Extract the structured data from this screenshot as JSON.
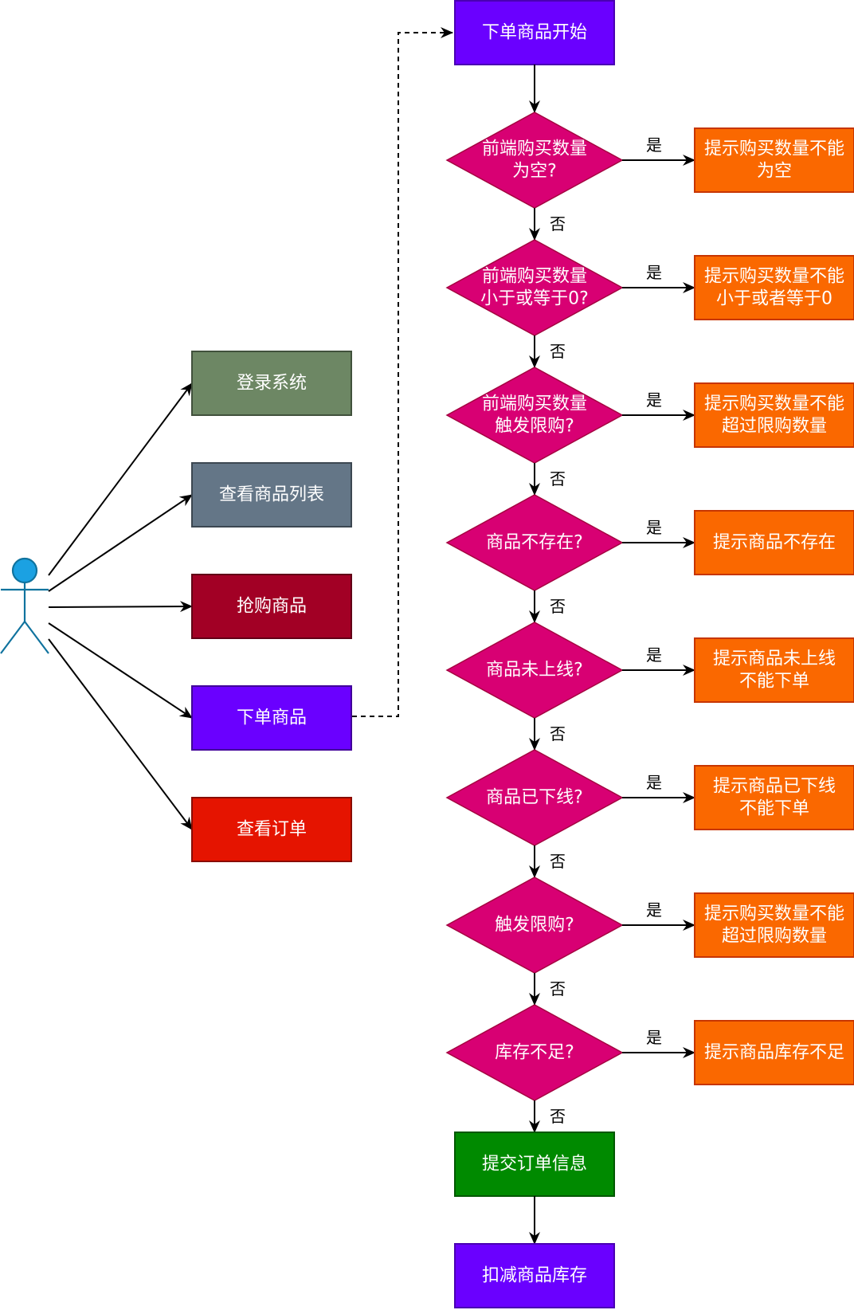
{
  "diagram": {
    "title": "下单商品流程",
    "actor": {
      "name": "user",
      "label": ""
    },
    "colors": {
      "login": "#6d8764",
      "browse": "#647687",
      "flash": "#a20025",
      "order": "#6a00ff",
      "view_order": "#e51400",
      "decision": "#d80073",
      "alert": "#fa6800",
      "submit": "#008a00",
      "deduct": "#6a00ff",
      "actor": "#1ba1e2"
    },
    "use_cases": [
      {
        "id": "uc-login",
        "label": "登录系统",
        "color_key": "login"
      },
      {
        "id": "uc-browse",
        "label": "查看商品列表",
        "color_key": "browse"
      },
      {
        "id": "uc-flash",
        "label": "抢购商品",
        "color_key": "flash"
      },
      {
        "id": "uc-order",
        "label": "下单商品",
        "color_key": "order"
      },
      {
        "id": "uc-view-order",
        "label": "查看订单",
        "color_key": "view_order"
      }
    ],
    "start": {
      "label": "下单商品开始"
    },
    "decisions": [
      {
        "lines": [
          "前端购买数量",
          "为空?"
        ],
        "yes_label": "是",
        "no_label": "否",
        "alert_lines": [
          "提示购买数量不能",
          "为空"
        ]
      },
      {
        "lines": [
          "前端购买数量",
          "小于或等于0?"
        ],
        "yes_label": "是",
        "no_label": "否",
        "alert_lines": [
          "提示购买数量不能",
          "小于或者等于0"
        ]
      },
      {
        "lines": [
          "前端购买数量",
          "触发限购?"
        ],
        "yes_label": "是",
        "no_label": "否",
        "alert_lines": [
          "提示购买数量不能",
          "超过限购数量"
        ]
      },
      {
        "lines": [
          "商品不存在?"
        ],
        "yes_label": "是",
        "no_label": "否",
        "alert_lines": [
          "提示商品不存在"
        ]
      },
      {
        "lines": [
          "商品未上线?"
        ],
        "yes_label": "是",
        "no_label": "否",
        "alert_lines": [
          "提示商品未上线",
          "不能下单"
        ]
      },
      {
        "lines": [
          "商品已下线?"
        ],
        "yes_label": "是",
        "no_label": "否",
        "alert_lines": [
          "提示商品已下线",
          "不能下单"
        ]
      },
      {
        "lines": [
          "触发限购?"
        ],
        "yes_label": "是",
        "no_label": "否",
        "alert_lines": [
          "提示购买数量不能",
          "超过限购数量"
        ]
      },
      {
        "lines": [
          "库存不足?"
        ],
        "yes_label": "是",
        "no_label": "否",
        "alert_lines": [
          "提示商品库存不足"
        ]
      }
    ],
    "submit": {
      "label": "提交订单信息"
    },
    "deduct": {
      "label": "扣减商品库存"
    }
  }
}
